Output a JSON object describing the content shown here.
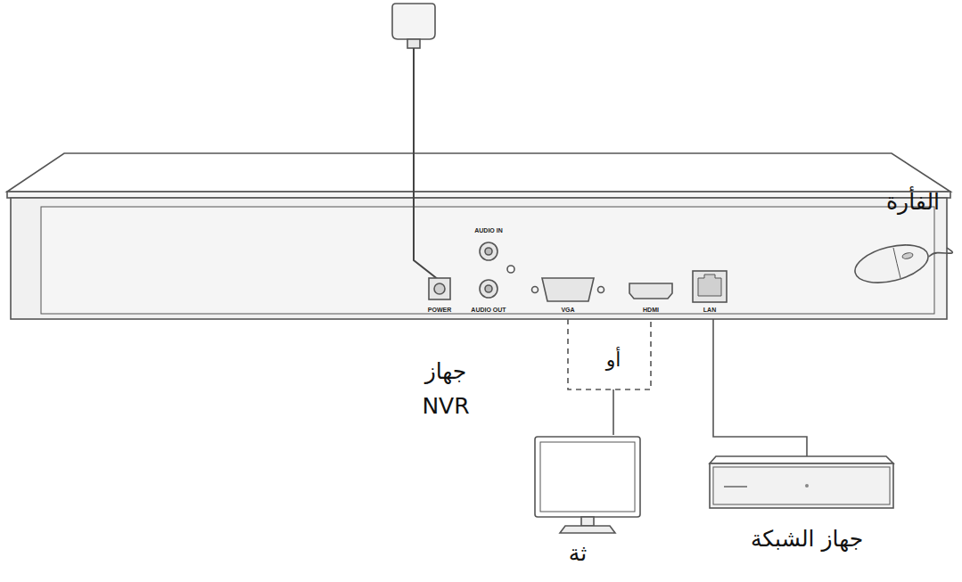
{
  "diagram": {
    "nodes": [
      {
        "text": [
          "جهاز NVR"
        ]
      },
      {
        "text": [
          "الفأرة"
        ]
      },
      {
        "text": [
          "ثة"
        ]
      },
      {
        "text": [
          "جهاز الشبكة"
        ]
      }
    ],
    "edges": [
      {
        "from": 0,
        "to": 1,
        "arrow": "none"
      },
      {
        "from": 0,
        "to": 2,
        "label": "أو",
        "arrow": "none"
      },
      {
        "from": 0,
        "to": 3,
        "arrow": "none"
      }
    ],
    "labels": [
      "AUDIO IN",
      "POWER",
      "AUDIO OUT",
      "VGA",
      "HDMI",
      "LAN"
    ]
  }
}
